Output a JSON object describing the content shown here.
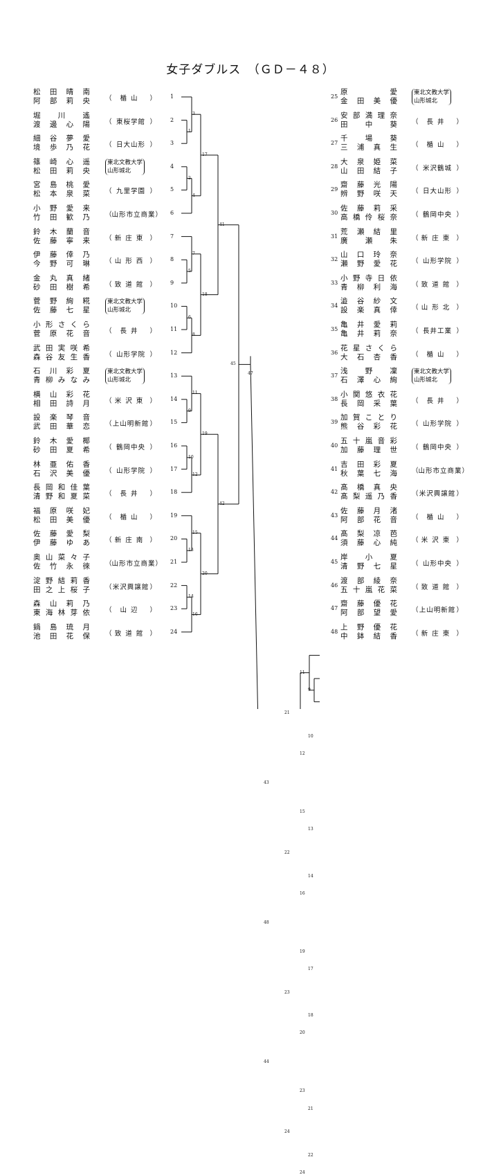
{
  "title": "女子ダブルス　（ＧＤ－４８）",
  "left": [
    {
      "n": 1,
      "p": [
        "松田晴南",
        "阿部莉央"
      ],
      "s": [
        "楯山"
      ]
    },
    {
      "n": 2,
      "p": [
        "堀川遙",
        "渡邊心陽"
      ],
      "s": [
        "東桜学館"
      ]
    },
    {
      "n": 3,
      "p": [
        "細谷夢愛",
        "境歩乃花"
      ],
      "s": [
        "日大山形"
      ]
    },
    {
      "n": 4,
      "p": [
        "篠崎心遥",
        "松田莉央"
      ],
      "s": [
        "東北文教大学",
        "山形城北"
      ]
    },
    {
      "n": 5,
      "p": [
        "宮島桃愛",
        "松本泉菜"
      ],
      "s": [
        "九里学園"
      ]
    },
    {
      "n": 6,
      "p": [
        "小野愛来",
        "竹田歓乃"
      ],
      "s": [
        "山形市立商業"
      ]
    },
    {
      "n": 7,
      "p": [
        "鈴木蘭音",
        "佐藤寧来"
      ],
      "s": [
        "新庄東"
      ]
    },
    {
      "n": 8,
      "p": [
        "伊藤倖乃",
        "今野可琳"
      ],
      "s": [
        "山形西"
      ]
    },
    {
      "n": 9,
      "p": [
        "金丸真緒",
        "砂田樹希"
      ],
      "s": [
        "致道館"
      ]
    },
    {
      "n": 10,
      "p": [
        "菅野絢糀",
        "佐藤七星"
      ],
      "s": [
        "東北文教大学",
        "山形城北"
      ]
    },
    {
      "n": 11,
      "p": [
        "小形さくら",
        "菅原花音"
      ],
      "s": [
        "長井"
      ]
    },
    {
      "n": 12,
      "p": [
        "武田実咲希",
        "森谷友生香"
      ],
      "s": [
        "山形学院"
      ]
    },
    {
      "n": 13,
      "p": [
        "石川彩夏",
        "青柳みなみ"
      ],
      "s": [
        "東北文教大学",
        "山形城北"
      ]
    },
    {
      "n": 14,
      "p": [
        "横山彩花",
        "相田詩月"
      ],
      "s": [
        "米沢東"
      ]
    },
    {
      "n": 15,
      "p": [
        "設楽琴音",
        "武田華恋"
      ],
      "s": [
        "上山明新館"
      ]
    },
    {
      "n": 16,
      "p": [
        "鈴木愛椰",
        "砂田夏希"
      ],
      "s": [
        "鶴岡中央"
      ]
    },
    {
      "n": 17,
      "p": [
        "林亜佑香",
        "石沢美優"
      ],
      "s": [
        "山形学院"
      ]
    },
    {
      "n": 18,
      "p": [
        "長岡和佳葉",
        "清野和夏菜"
      ],
      "s": [
        "長井"
      ]
    },
    {
      "n": 19,
      "p": [
        "福原咲妃",
        "松田美優"
      ],
      "s": [
        "楯山"
      ]
    },
    {
      "n": 20,
      "p": [
        "佐藤愛梨",
        "伊藤ゆあ"
      ],
      "s": [
        "新庄南"
      ]
    },
    {
      "n": 21,
      "p": [
        "奥山菜々子",
        "佐竹永徠"
      ],
      "s": [
        "山形市立商業"
      ]
    },
    {
      "n": 22,
      "p": [
        "淀野結莉香",
        "田之上桜子"
      ],
      "s": [
        "米沢興譲館"
      ]
    },
    {
      "n": 23,
      "p": [
        "森山莉乃",
        "東海林芽依"
      ],
      "s": [
        "山辺"
      ]
    },
    {
      "n": 24,
      "p": [
        "鍋島琉月",
        "池田花保"
      ],
      "s": [
        "致道館"
      ]
    }
  ],
  "right": [
    {
      "n": 25,
      "p": [
        "原愛",
        "金田美優"
      ],
      "s": [
        "東北文教大学",
        "山形城北"
      ]
    },
    {
      "n": 26,
      "p": [
        "安部満理奈",
        "田中葵"
      ],
      "s": [
        "長井"
      ]
    },
    {
      "n": 27,
      "p": [
        "千場葵",
        "三浦真生"
      ],
      "s": [
        "楯山"
      ]
    },
    {
      "n": 28,
      "p": [
        "大泉姫菜",
        "山田結子"
      ],
      "s": [
        "米沢鶴城"
      ]
    },
    {
      "n": 29,
      "p": [
        "齋藤光陽",
        "辨野咲天"
      ],
      "s": [
        "日大山形"
      ]
    },
    {
      "n": 30,
      "p": [
        "佐藤莉采",
        "高橋伶桜奈"
      ],
      "s": [
        "鶴岡中央"
      ]
    },
    {
      "n": 31,
      "p": [
        "荒瀬結里",
        "廣瀬朱"
      ],
      "s": [
        "新庄東"
      ]
    },
    {
      "n": 32,
      "p": [
        "山口玲奈",
        "瀬野愛花"
      ],
      "s": [
        "山形学院"
      ]
    },
    {
      "n": 33,
      "p": [
        "小野寺日依",
        "青柳利海"
      ],
      "s": [
        "致道館"
      ]
    },
    {
      "n": 34,
      "p": [
        "澁谷紗文",
        "設楽真倖"
      ],
      "s": [
        "山形北"
      ]
    },
    {
      "n": 35,
      "p": [
        "亀井愛莉",
        "亀井莉奈"
      ],
      "s": [
        "長井工業"
      ]
    },
    {
      "n": 36,
      "p": [
        "花星さくら",
        "大石杏香"
      ],
      "s": [
        "楯山"
      ]
    },
    {
      "n": 37,
      "p": [
        "浅野凜",
        "石澤心絢"
      ],
      "s": [
        "東北文教大学",
        "山形城北"
      ]
    },
    {
      "n": 38,
      "p": [
        "小関悠衣花",
        "長岡采葉"
      ],
      "s": [
        "長井"
      ]
    },
    {
      "n": 39,
      "p": [
        "加賀ことり",
        "熊谷彩花"
      ],
      "s": [
        "山形学院"
      ]
    },
    {
      "n": 40,
      "p": [
        "五十嵐音彩",
        "加藤理世"
      ],
      "s": [
        "鶴岡中央"
      ]
    },
    {
      "n": 41,
      "p": [
        "吉田彩夏",
        "秋葉七海"
      ],
      "s": [
        "山形市立商業"
      ]
    },
    {
      "n": 42,
      "p": [
        "髙橋真央",
        "髙梨遥乃香"
      ],
      "s": [
        "米沢興譲館"
      ]
    },
    {
      "n": 43,
      "p": [
        "佐藤月渚",
        "阿部花音"
      ],
      "s": [
        "楯山"
      ]
    },
    {
      "n": 44,
      "p": [
        "髙梨凉芭",
        "須藤心純"
      ],
      "s": [
        "米沢東"
      ]
    },
    {
      "n": 45,
      "p": [
        "岸小夏",
        "清野七星"
      ],
      "s": [
        "山形中央"
      ]
    },
    {
      "n": 46,
      "p": [
        "渡部綾奈",
        "五十嵐花菜"
      ],
      "s": [
        "致道館"
      ]
    },
    {
      "n": 47,
      "p": [
        "齋藤優花",
        "阿部望愛"
      ],
      "s": [
        "上山明新館"
      ]
    },
    {
      "n": 48,
      "p": [
        "上野優花",
        "中鉢結香"
      ],
      "s": [
        "新庄東"
      ]
    }
  ],
  "matches": [
    "1",
    "2",
    "3",
    "4",
    "5",
    "6",
    "7",
    "8",
    "9",
    "10",
    "11",
    "12",
    "13",
    "14",
    "15",
    "16",
    "17",
    "18",
    "19",
    "20",
    "21",
    "22",
    "23",
    "24",
    "25",
    "26",
    "27",
    "28",
    "29",
    "30",
    "31",
    "32",
    "33",
    "34",
    "35",
    "36",
    "37",
    "38",
    "39",
    "40",
    "41",
    "42",
    "43",
    "44",
    "45",
    "46",
    "47",
    "48"
  ]
}
